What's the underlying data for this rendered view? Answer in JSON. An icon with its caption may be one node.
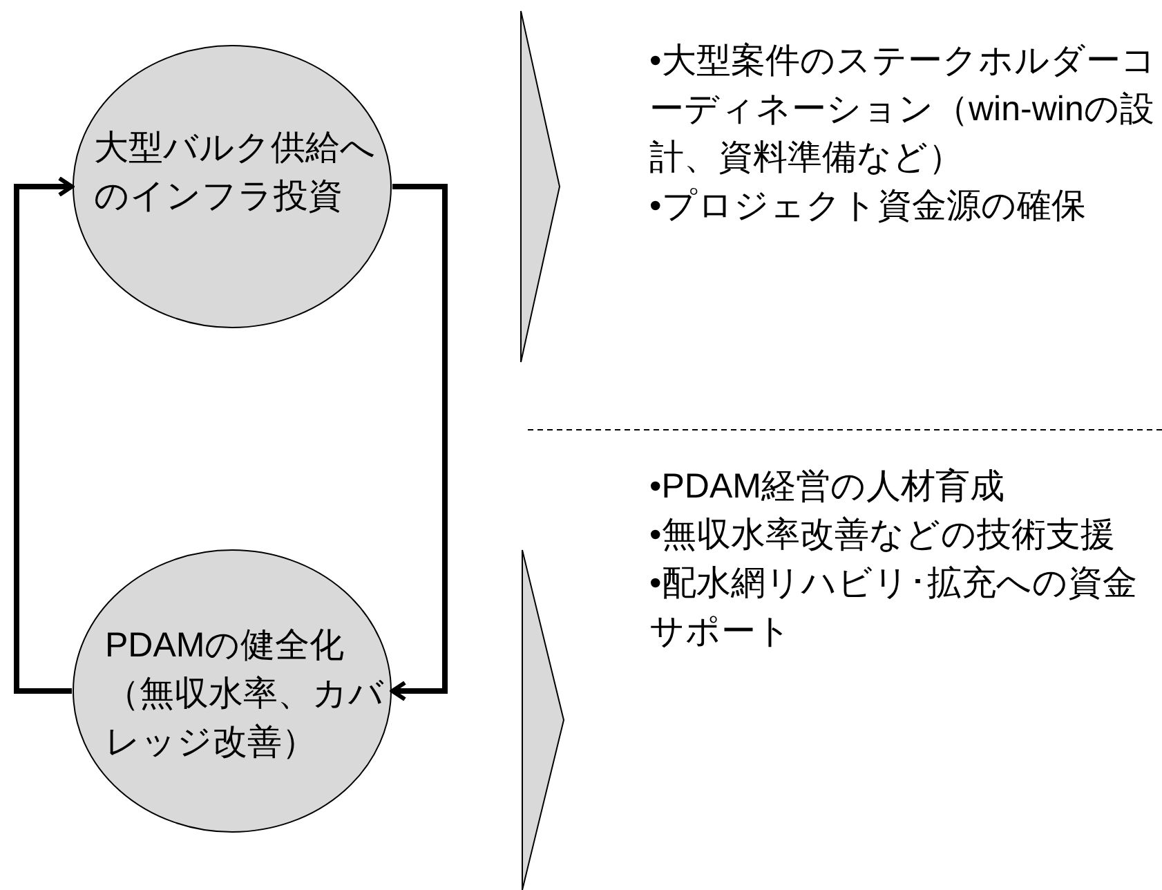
{
  "diagram": {
    "nodes": [
      {
        "text": [
          "大型バルク供給へのインフラ投資"
        ]
      },
      {
        "text": [
          "PDAMの健全化（無収水率、カバレッジ改善）"
        ]
      },
      {
        "text": [
          "•大型案件のステークホルダーコーディネーション（win-winの設計、資料準備など）",
          "•プロジェクト資金源の確保"
        ]
      },
      {
        "text": [
          "•PDAM経営の人材育成",
          "•無収水率改善などの技術支援",
          "•配水網リハビリ･拡充への資金サポート"
        ]
      }
    ],
    "edges": [
      {
        "from": 0,
        "to": 1,
        "arrow": "to"
      },
      {
        "from": 1,
        "to": 0,
        "arrow": "to"
      }
    ]
  }
}
